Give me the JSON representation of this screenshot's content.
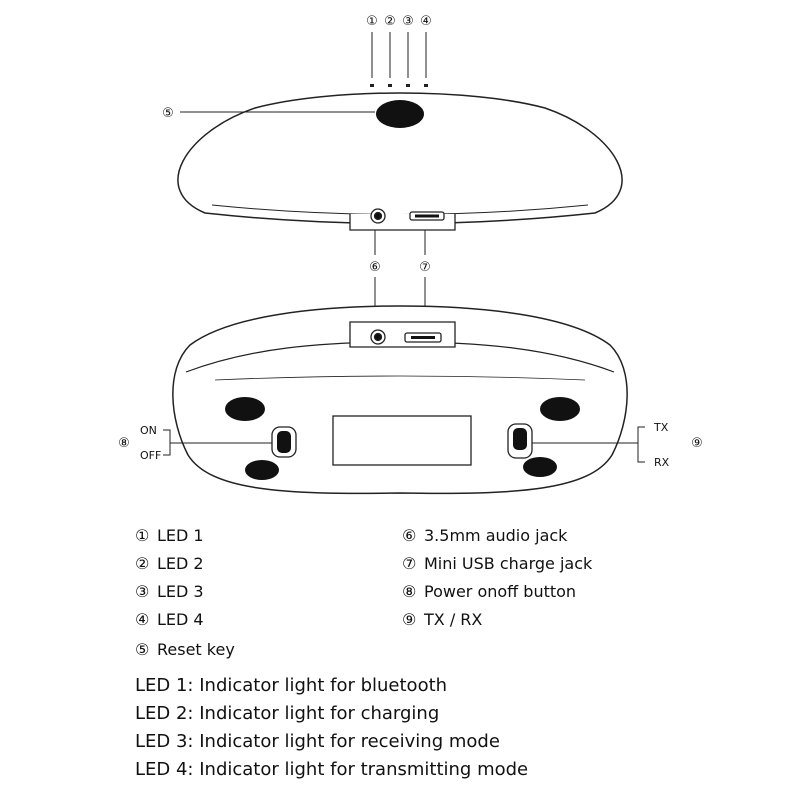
{
  "callouts": {
    "c1": "①",
    "c2": "②",
    "c3": "③",
    "c4": "④",
    "c5": "⑤",
    "c6": "⑥",
    "c7": "⑦",
    "c8": "⑧",
    "c9": "⑨"
  },
  "switch_labels": {
    "on": "ON",
    "off": "OFF",
    "tx": "TX",
    "rx": "RX"
  },
  "legend": {
    "left": [
      {
        "marker": "①",
        "text": "LED 1"
      },
      {
        "marker": "②",
        "text": "LED 2"
      },
      {
        "marker": "③",
        "text": "LED 3"
      },
      {
        "marker": "④",
        "text": "LED 4"
      },
      {
        "marker": "⑤",
        "text": "Reset key"
      }
    ],
    "right": [
      {
        "marker": "⑥",
        "text": "3.5mm audio jack"
      },
      {
        "marker": "⑦",
        "text": "Mini USB charge jack"
      },
      {
        "marker": "⑧",
        "text": "Power onoff button"
      },
      {
        "marker": "⑨",
        "text": "TX / RX"
      }
    ]
  },
  "led_descriptions": [
    {
      "label": "LED 1:",
      "text": "Indicator light for bluetooth"
    },
    {
      "label": "LED 2:",
      "text": "Indicator light for charging"
    },
    {
      "label": "LED 3:",
      "text": "Indicator light for receiving mode"
    },
    {
      "label": "LED 4:",
      "text": "Indicator light for transmitting mode"
    }
  ]
}
